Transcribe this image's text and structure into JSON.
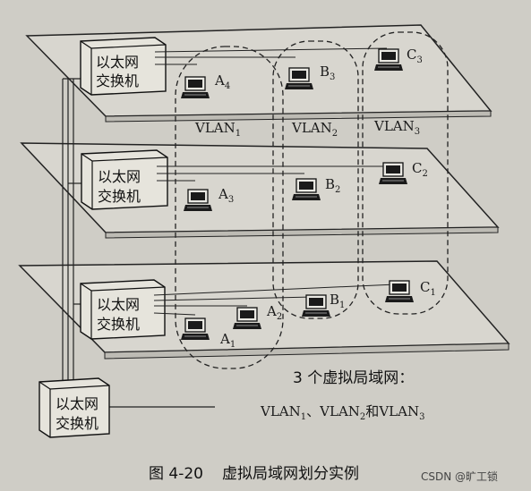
{
  "switch_label": {
    "line1": "以太网",
    "line2": "交换机"
  },
  "hosts": {
    "A1": {
      "main": "A",
      "sub": "1"
    },
    "A2": {
      "main": "A",
      "sub": "2"
    },
    "A3": {
      "main": "A",
      "sub": "3"
    },
    "A4": {
      "main": "A",
      "sub": "4"
    },
    "B1": {
      "main": "B",
      "sub": "1"
    },
    "B2": {
      "main": "B",
      "sub": "2"
    },
    "B3": {
      "main": "B",
      "sub": "3"
    },
    "C1": {
      "main": "C",
      "sub": "1"
    },
    "C2": {
      "main": "C",
      "sub": "2"
    },
    "C3": {
      "main": "C",
      "sub": "3"
    }
  },
  "vlans": {
    "v1": {
      "main": "VLAN",
      "sub": "1"
    },
    "v2": {
      "main": "VLAN",
      "sub": "2"
    },
    "v3": {
      "main": "VLAN",
      "sub": "3"
    }
  },
  "note": {
    "line1": "3 个虚拟局域网：",
    "vlan_main": "VLAN",
    "sub1": "1",
    "sep1": "、",
    "sub2": "2",
    "conj": "和",
    "sub3": "3"
  },
  "caption": {
    "fig": "图 4-20",
    "title": "虚拟局域网划分实例"
  },
  "watermark": "CSDN @旷工锁"
}
